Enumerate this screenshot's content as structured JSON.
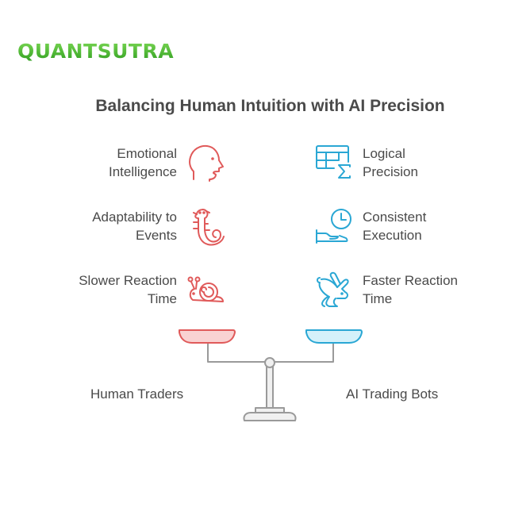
{
  "brand": {
    "logo_text": "QUANTSUTRA",
    "color": "#3cb52a"
  },
  "title": "Balancing Human Intuition with AI Precision",
  "colors": {
    "human": "#e05a5a",
    "human_fill": "#f9d2d2",
    "ai": "#2aa7d4",
    "ai_fill": "#d4f1fa",
    "scale": "#9a9a9a",
    "scale_fill": "#f0f0f0"
  },
  "left": {
    "group_label": "Human Traders",
    "items": [
      {
        "line1": "Emotional",
        "line2": "Intelligence",
        "icon": "human-head-icon"
      },
      {
        "line1": "Adaptability to",
        "line2": "Events",
        "icon": "salamander-icon"
      },
      {
        "line1": "Slower Reaction",
        "line2": "Time",
        "icon": "snail-icon"
      }
    ]
  },
  "right": {
    "group_label": "AI Trading Bots",
    "items": [
      {
        "line1": "Logical",
        "line2": "Precision",
        "icon": "table-sigma-icon"
      },
      {
        "line1": "Consistent",
        "line2": "Execution",
        "icon": "hand-clock-icon"
      },
      {
        "line1": "Faster Reaction",
        "line2": "Time",
        "icon": "rabbit-icon"
      }
    ]
  }
}
